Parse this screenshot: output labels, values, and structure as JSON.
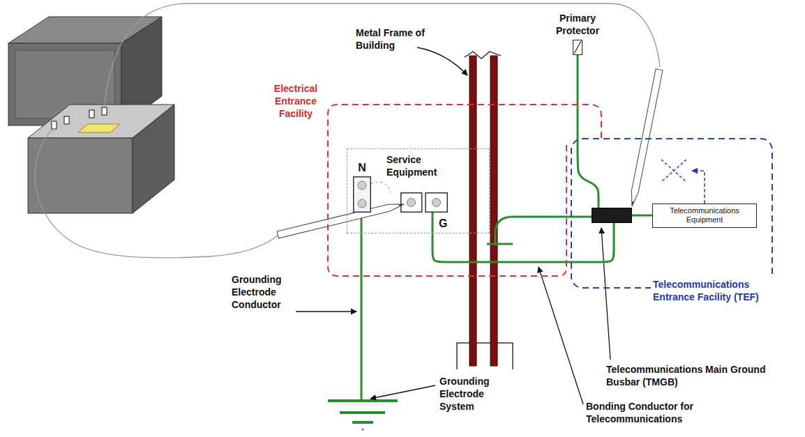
{
  "diagram": {
    "nodes": [
      {
        "text": [
          "Primary Protector"
        ]
      },
      {
        "text": [
          "Electrical Entrance Facility"
        ]
      },
      {
        "text": [
          "Service Equipment"
        ],
        "in": 1
      },
      {
        "text": [
          "N"
        ],
        "in": 2
      },
      {
        "text": [
          "G"
        ],
        "in": 2
      },
      {
        "text": [
          "Telecommunications Entrance Facility (TEF)"
        ]
      },
      {
        "text": [
          "Telecommunications Main Ground Busbar (TMGB)"
        ],
        "in": 5
      },
      {
        "text": [
          "Telecommunications Equipment"
        ],
        "in": 5
      }
    ],
    "edges": [
      {
        "from": 0,
        "to": 6,
        "arrow": "none"
      },
      {
        "from": 4,
        "to": 6,
        "arrow": "none"
      },
      {
        "from": 6,
        "to": 7,
        "arrow": "none"
      }
    ],
    "labels": [
      "Metal Frame of Building",
      "Grounding Electrode Conductor",
      "Grounding Electrode System",
      "Bonding Conductor for Telecommunications"
    ]
  }
}
